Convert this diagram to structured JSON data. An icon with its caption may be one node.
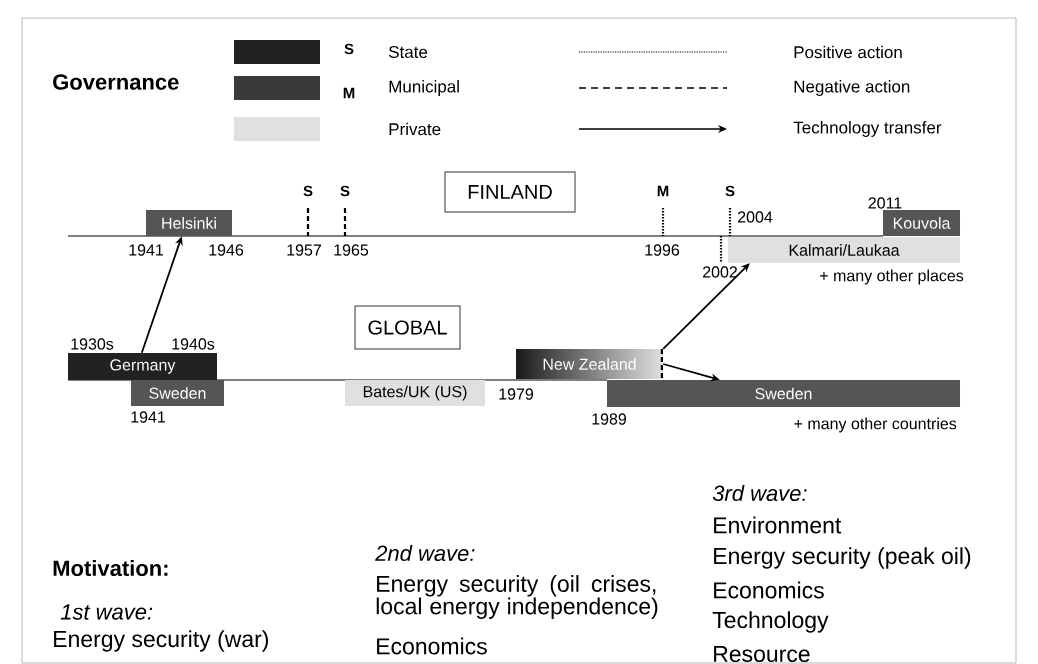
{
  "diagram": {
    "nodes": [
      {
        "text": [
          "FINLAND"
        ]
      },
      {
        "text": [
          "Helsinki"
        ]
      },
      {
        "text": [
          "Kouvola"
        ]
      },
      {
        "text": [
          "Kalmari/Laukaa"
        ]
      },
      {
        "text": [
          "GLOBAL"
        ]
      },
      {
        "text": [
          "Germany"
        ]
      },
      {
        "text": [
          "Sweden"
        ]
      },
      {
        "text": [
          "Bates/UK (US)"
        ]
      },
      {
        "text": [
          "New Zealand"
        ]
      },
      {
        "text": [
          "Sweden"
        ]
      }
    ],
    "edges": [
      {
        "from": 5,
        "to": 1,
        "arrow": "to"
      },
      {
        "from": 8,
        "to": 3,
        "arrow": "to"
      },
      {
        "from": 8,
        "to": 9,
        "arrow": "to"
      }
    ],
    "labels": [
      "Governance",
      "S",
      "M",
      "S",
      "S",
      "M",
      "S",
      "2004",
      "2011",
      "1941",
      "1946",
      "1957",
      "1965",
      "1996",
      "2002",
      "+ many other places",
      "1930s",
      "1940s",
      "1979",
      "1941",
      "1989",
      "+ many other countries",
      "3rd wave:",
      "Environment",
      "Motivation:",
      "2nd wave:",
      "Energy security (oil crises, local energy independence)",
      "Energy security (peak oil)",
      "1st wave:",
      "Economics",
      "Economics",
      "Energy security (war)",
      "Technology",
      "Resource"
    ],
    "legend": [
      {
        "text": "State",
        "color": "#222222"
      },
      {
        "text": "Municipal",
        "color": "#3a3a3a"
      },
      {
        "text": "Private",
        "color": "#e0e0e0"
      },
      {
        "text": "Positive action"
      },
      {
        "text": "Negative action"
      },
      {
        "text": "Technology transfer"
      }
    ]
  }
}
